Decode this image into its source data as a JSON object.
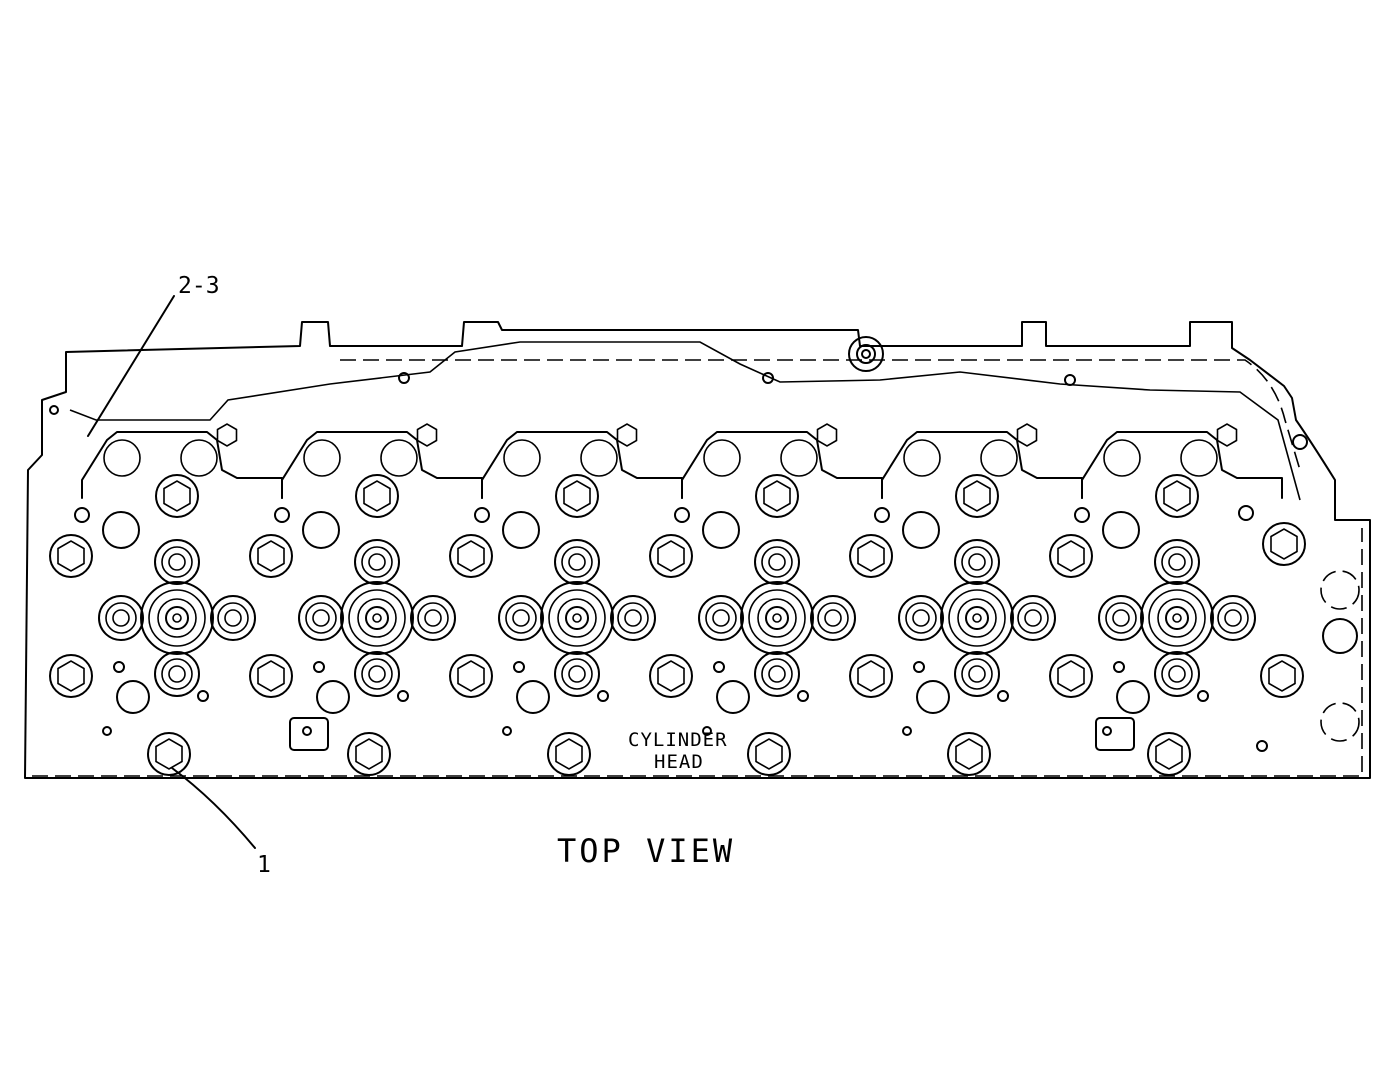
{
  "callouts": {
    "item_2_3": "2-3",
    "item_1": "1"
  },
  "labels": {
    "cylinder": "CYLINDER",
    "head": "HEAD",
    "view": "TOP VIEW"
  },
  "colors": {
    "line": "#000000",
    "background": "#ffffff"
  }
}
